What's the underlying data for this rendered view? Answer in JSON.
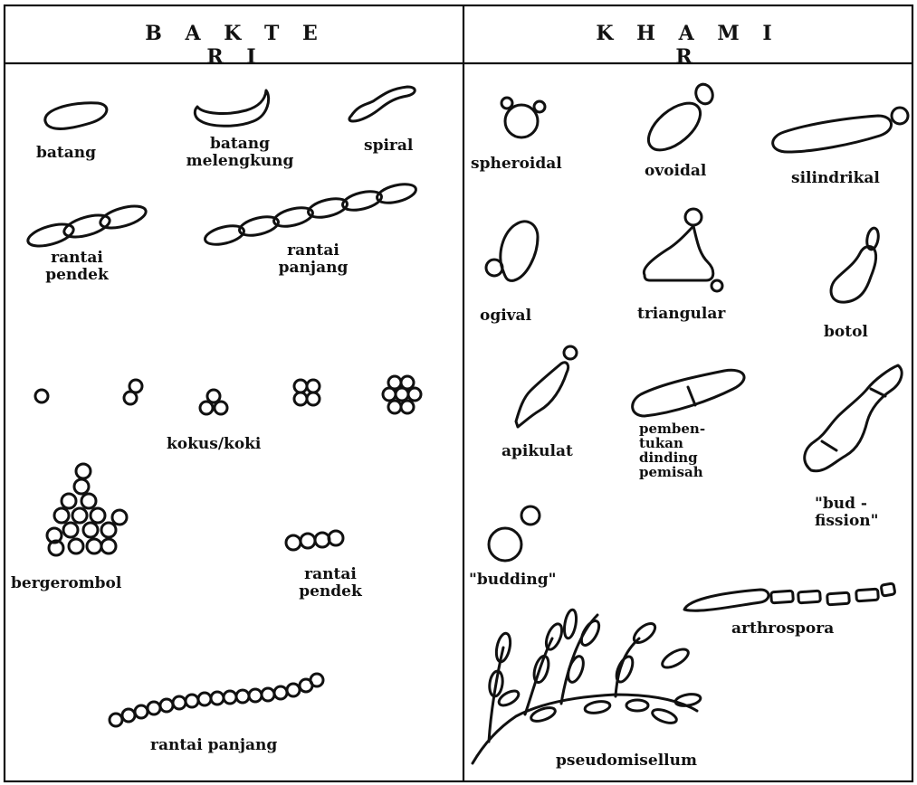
{
  "colors": {
    "ink": "#111111",
    "paper": "#ffffff"
  },
  "table": {
    "col_left_header": "B A K T E R I",
    "col_right_header": "K H A M I R"
  },
  "bakteri": {
    "batang": "batang",
    "batang_melengkung_1": "batang",
    "batang_melengkung_2": "melengkung",
    "spiral": "spiral",
    "rantai_pendek_1": "rantai",
    "rantai_pendek_2": "pendek",
    "rantai_panjang_1": "rantai",
    "rantai_panjang_2": "panjang",
    "kokus_koki": "kokus/koki",
    "bergerombol": "bergerombol",
    "kokus_rantai_pendek_1": "rantai",
    "kokus_rantai_pendek_2": "pendek",
    "kokus_rantai_panjang": "rantai panjang"
  },
  "khamir": {
    "spheroidal": "spheroidal",
    "ovoidal": "ovoidal",
    "silindrikal": "silindrikal",
    "ogival": "ogival",
    "triangular": "triangular",
    "botol": "botol",
    "apikulat": "apikulat",
    "pembentukan_1": "pemben-",
    "pembentukan_2": "tukan",
    "pembentukan_3": "dinding",
    "pembentukan_4": "pemisah",
    "bud_fission_1": "bud -",
    "bud_fission_2": "fission",
    "budding": "budding",
    "arthrospora": "arthrospora",
    "pseudomisellum": "pseudomisellum"
  }
}
